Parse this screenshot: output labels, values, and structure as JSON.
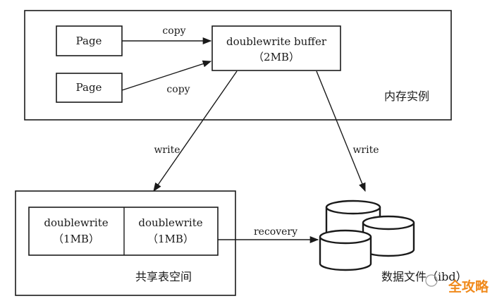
{
  "memory": {
    "region_label": "内存实例",
    "page_top": "Page",
    "page_bottom": "Page",
    "buffer_line1": "doublewrite buffer",
    "buffer_line2": "（2MB）",
    "copy_top": "copy",
    "copy_bottom": "copy"
  },
  "arrows": {
    "write_left": "write",
    "write_right": "write",
    "recovery": "recovery"
  },
  "disk": {
    "region_label": "共享表空间",
    "cell1_line1": "doublewrite",
    "cell1_line2": "（1MB）",
    "cell2_line1": "doublewrite",
    "cell2_line2": "（1MB）"
  },
  "datafile": {
    "label": "数据文件（ibd）"
  },
  "watermark": {
    "text": "全攻略"
  }
}
